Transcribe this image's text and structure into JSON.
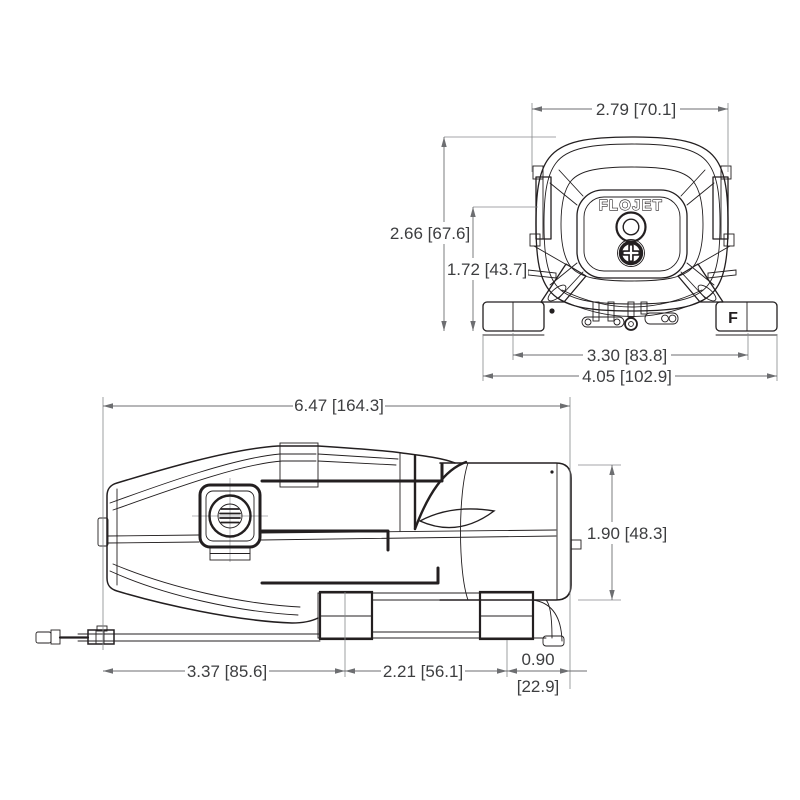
{
  "drawing": {
    "brand_logo": "FLOJET",
    "colors": {
      "line": "#231f20",
      "dimension_line": "#6d6e71",
      "dimension_text": "#3d3e40",
      "background": "#ffffff"
    },
    "front_view": {
      "label_body_width": "2.79 [70.1]",
      "label_overall_height": "2.66 [67.6]",
      "label_port_height": "1.72 [43.7]",
      "label_slot_spacing": "3.30 [83.8]",
      "label_base_width": "4.05 [102.9]",
      "foot_marking": "F"
    },
    "side_view": {
      "label_overall_length": "6.47 [164.3]",
      "label_motor_height": "1.90 [48.3]",
      "label_nose_to_foot": "3.37 [85.6]",
      "label_foot_spacing": "2.21 [56.1]",
      "label_rear_overhang_in": "0.90",
      "label_rear_overhang_mm": "[22.9]"
    }
  }
}
